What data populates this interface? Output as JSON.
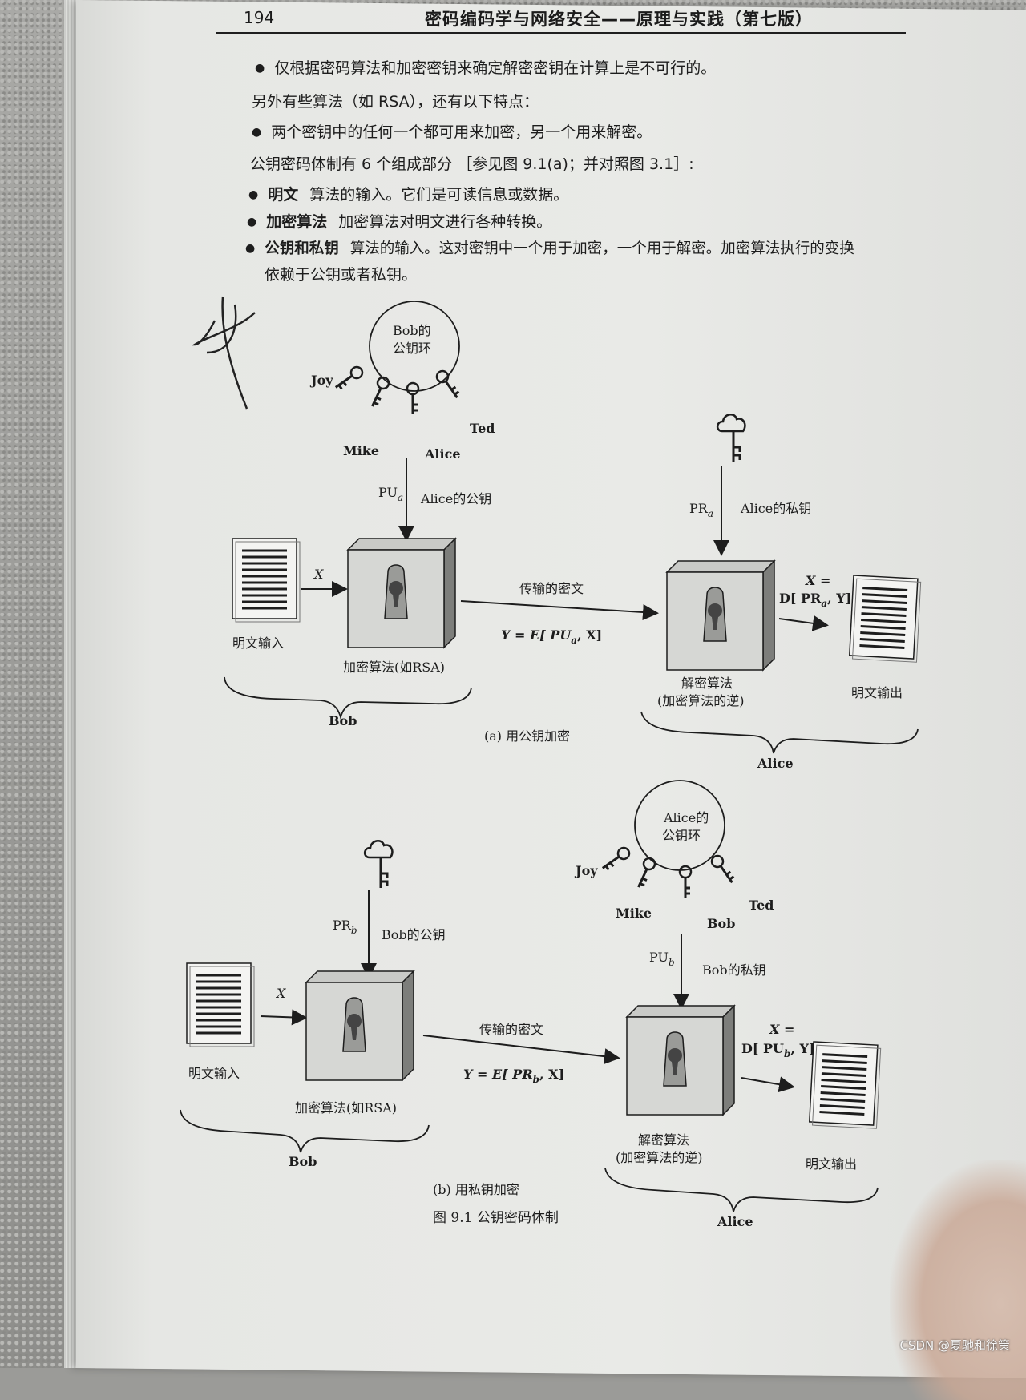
{
  "header": {
    "page_number": "194",
    "book_title": "密码编码学与网络安全——原理与实践（第七版）"
  },
  "body": {
    "line1": "仅根据密码算法和加密密钥来确定解密密钥在计算上是不可行的。",
    "line2": "另外有些算法（如 RSA），还有以下特点：",
    "line3": "两个密钥中的任何一个都可用来加密，另一个用来解密。",
    "line4": "公钥密码体制有 6 个组成部分 ［参见图 9.1(a)；并对照图 3.1］:",
    "items": [
      {
        "term": "明文",
        "desc": "算法的输入。它们是可读信息或数据。"
      },
      {
        "term": "加密算法",
        "desc": "加密算法对明文进行各种转换。"
      },
      {
        "term": "公钥和私钥",
        "desc": "算法的输入。这对密钥中一个用于加密，一个用于解密。加密算法执行的变换"
      }
    ],
    "line_continue": "依赖于公钥或者私钥。"
  },
  "figure_a": {
    "keyring_label_1": "Bob的",
    "keyring_label_2": "公钥环",
    "keys": [
      "Joy",
      "Mike",
      "Alice",
      "Ted"
    ],
    "pu_label": "PU",
    "pu_sub": "a",
    "pu_desc": "Alice的公钥",
    "pr_label": "PR",
    "pr_sub": "a",
    "pr_desc": "Alice的私钥",
    "x_label": "X",
    "transmit": "传输的密文",
    "cipher_pre": "Y = E[ PU",
    "cipher_sub": "a",
    "cipher_post": ", X]",
    "out_label_1": "X =",
    "out_label_2_pre": "D[ PR",
    "out_label_2_sub": "a",
    "out_label_2_post": ", Y]",
    "plaintext_in": "明文输入",
    "enc_alg": "加密算法(如RSA)",
    "dec_alg_1": "解密算法",
    "dec_alg_2": "(加密算法的逆)",
    "plaintext_out": "明文输出",
    "left_party": "Bob",
    "right_party": "Alice",
    "caption": "(a) 用公钥加密"
  },
  "figure_b": {
    "keyring_label_1": "Alice的",
    "keyring_label_2": "公钥环",
    "keys": [
      "Joy",
      "Mike",
      "Bob",
      "Ted"
    ],
    "pr_label": "PR",
    "pr_sub": "b",
    "pr_desc": "Bob的公钥",
    "pu_label": "PU",
    "pu_sub": "b",
    "pu_desc": "Bob的私钥",
    "x_label": "X",
    "transmit": "传输的密文",
    "cipher_pre": "Y = E[ PR",
    "cipher_sub": "b",
    "cipher_post": ", X]",
    "out_label_1": "X =",
    "out_label_2_pre": "D[ PU",
    "out_label_2_sub": "b",
    "out_label_2_post": ", Y]",
    "plaintext_in": "明文输入",
    "enc_alg": "加密算法(如RSA)",
    "dec_alg_1": "解密算法",
    "dec_alg_2": "(加密算法的逆)",
    "plaintext_out": "明文输出",
    "left_party": "Bob",
    "right_party": "Alice",
    "caption": "(b) 用私钥加密"
  },
  "figure_caption": "图 9.1    公钥密码体制",
  "watermark": "CSDN @夏驰和徐策"
}
